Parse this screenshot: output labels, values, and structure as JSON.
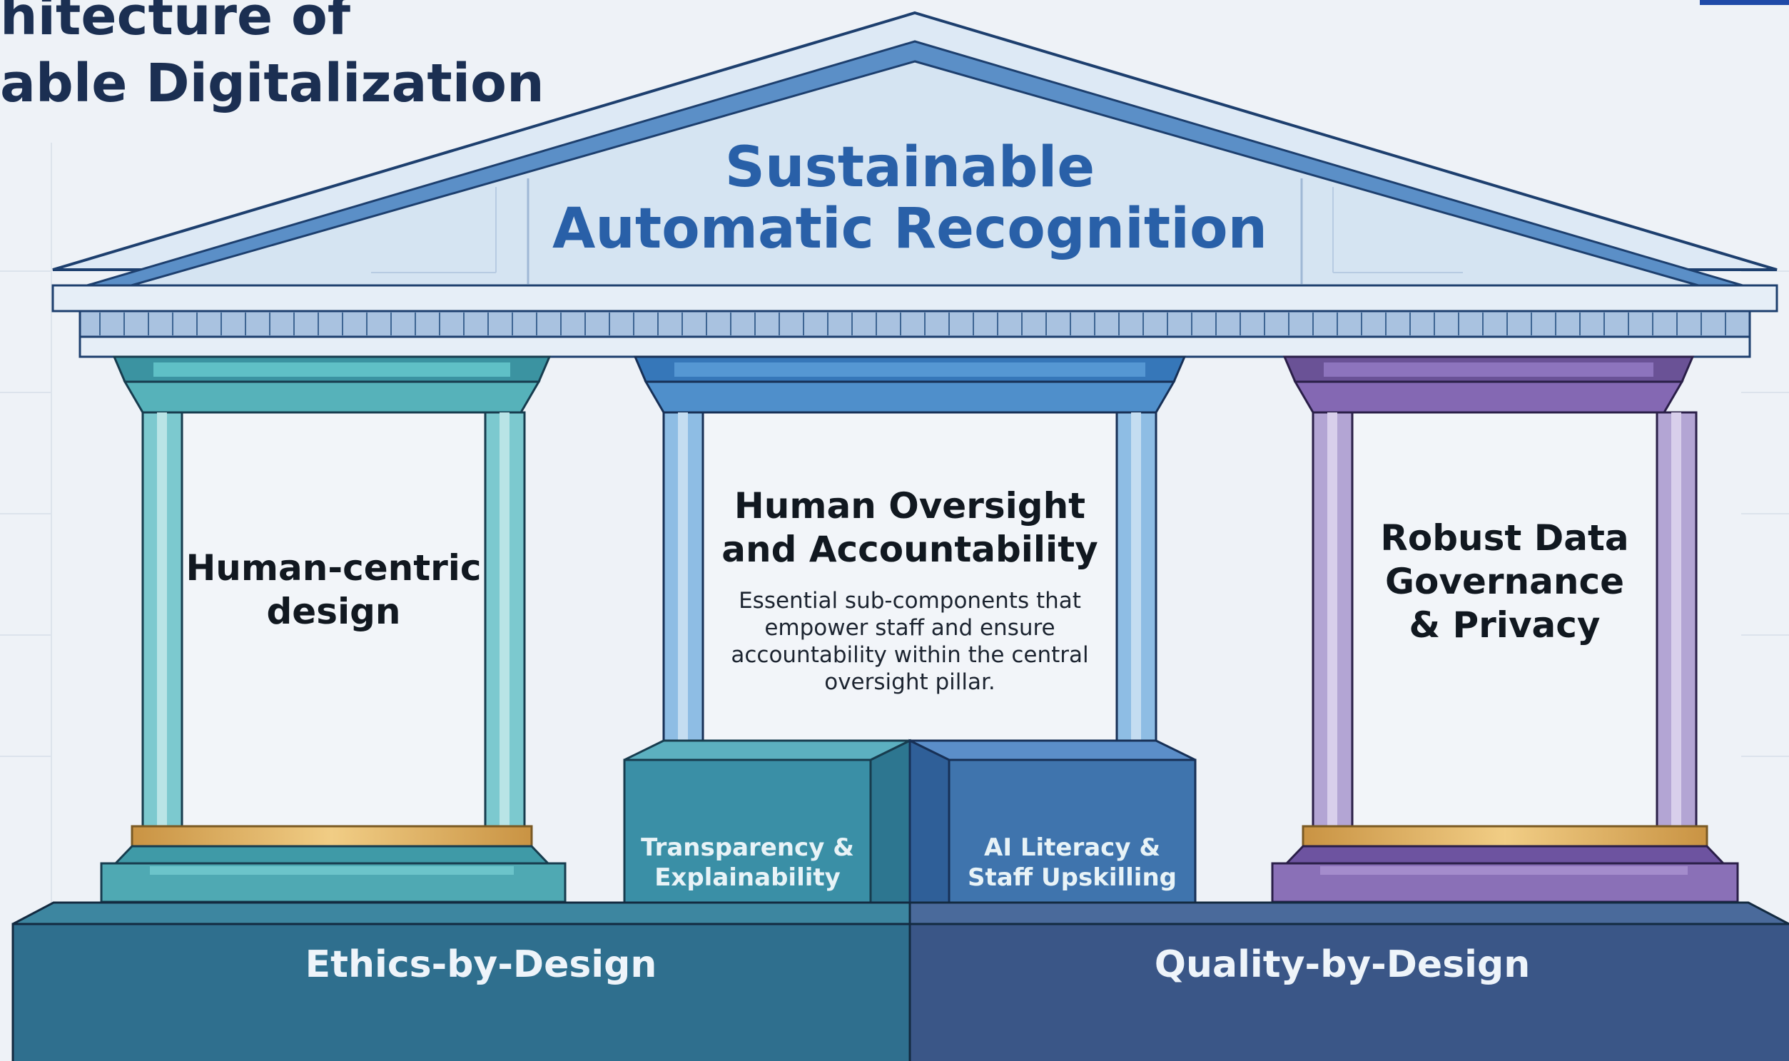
{
  "page": {
    "title_lines": [
      "hitecture of",
      "able Digitalization"
    ]
  },
  "roof": {
    "title_lines": [
      "Sustainable",
      "Automatic Recognition"
    ]
  },
  "pillars": [
    {
      "id": "left",
      "title_lines": [
        "Human-centric",
        "design"
      ],
      "color": "#4aa9b4"
    },
    {
      "id": "center",
      "title_lines": [
        "Human Oversight",
        "and Accountability"
      ],
      "description_lines": [
        "Essential sub-components that",
        "empower staff and ensure",
        "accountability within the central",
        "oversight pillar."
      ],
      "color": "#4d8fc8"
    },
    {
      "id": "right",
      "title_lines": [
        "Robust Data",
        "Governance",
        "& Privacy"
      ],
      "color": "#8a72b8"
    }
  ],
  "sub_blocks": [
    {
      "id": "transparency",
      "lines": [
        "Transparency &",
        "Explainability"
      ],
      "color": "#3a8fa6"
    },
    {
      "id": "ai-literacy",
      "lines": [
        "AI Literacy &",
        "Staff Upskilling"
      ],
      "color": "#3f74ad"
    }
  ],
  "foundations": [
    {
      "id": "ethics",
      "label": "Ethics-by-Design",
      "color": "#2f6f8e"
    },
    {
      "id": "quality",
      "label": "Quality-by-Design",
      "color": "#3a5687"
    }
  ],
  "colors": {
    "background": "#eef2f7",
    "roof_fill": "#d5e4f2",
    "roof_stroke": "#1d3f6e",
    "roof_accent": "#5b8fc7",
    "gold": "#e2b66a",
    "title_blue": "#2960a8",
    "dark_navy": "#1b2f52"
  }
}
